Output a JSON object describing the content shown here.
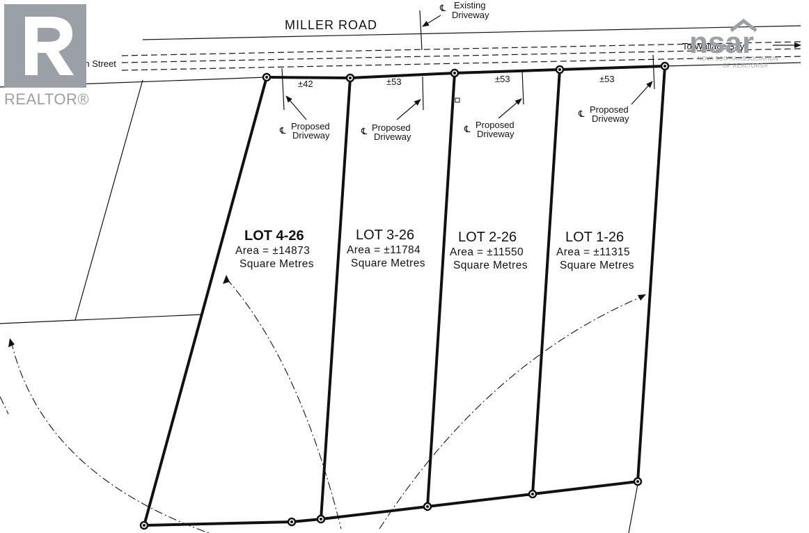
{
  "road": {
    "name": "MILLER ROAD",
    "to_west": "To Durham Street",
    "to_east": "To Wallace Bay"
  },
  "existing_driveway": {
    "symbol": "℄",
    "line1": "Existing",
    "line2": "Driveway"
  },
  "frontages": [
    "±42",
    "±53",
    "±53",
    "±53"
  ],
  "proposed_driveways": [
    {
      "symbol": "℄",
      "line1": "Proposed",
      "line2": "Driveway"
    },
    {
      "symbol": "℄",
      "line1": "Proposed",
      "line2": "Driveway"
    },
    {
      "symbol": "℄",
      "line1": "Proposed",
      "line2": "Driveway"
    },
    {
      "symbol": "℄",
      "line1": "Proposed",
      "line2": "Driveway"
    }
  ],
  "lots": [
    {
      "title": "LOT 4-26",
      "area": "Area = ±14873",
      "unit": "Square Metres"
    },
    {
      "title": "LOT 3-26",
      "area": "Area = ±11784",
      "unit": "Square Metres"
    },
    {
      "title": "LOT 2-26",
      "area": "Area = ±11550",
      "unit": "Square Metres"
    },
    {
      "title": "LOT 1-26",
      "area": "Area = ±11315",
      "unit": "Square Metres"
    }
  ],
  "watermarks": {
    "realtor": "REALTOR®",
    "nsar_logo": "nsar",
    "nsar_line1": "NOVA SCOTIA ASSOCIATION",
    "nsar_line2": "OF REALTORS®"
  },
  "colors": {
    "line": "#111111",
    "watermark": "#9aa0a6"
  }
}
